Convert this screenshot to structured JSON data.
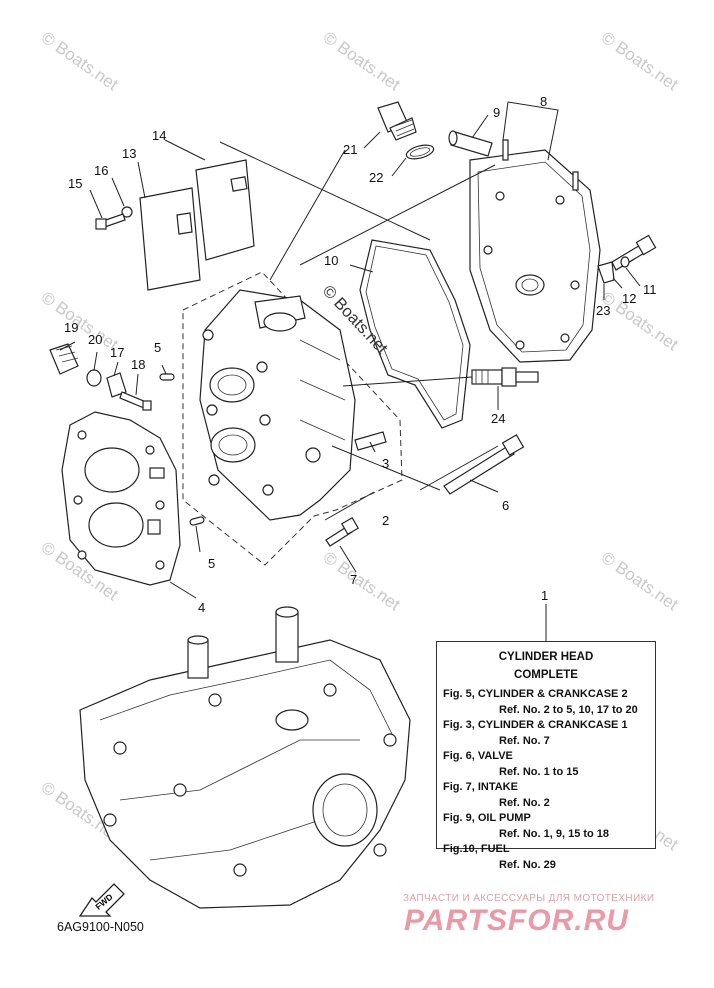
{
  "legend": {
    "title": "CYLINDER HEAD",
    "subtitle": "COMPLETE",
    "entries": [
      {
        "fig": "Fig. 5, CYLINDER & CRANKCASE 2",
        "ref": "Ref. No. 2 to 5, 10, 17 to 20"
      },
      {
        "fig": "Fig. 3, CYLINDER & CRANKCASE 1",
        "ref": "Ref. No. 7"
      },
      {
        "fig": "Fig. 6, VALVE",
        "ref": "Ref. No. 1 to 15"
      },
      {
        "fig": "Fig. 7, INTAKE",
        "ref": "Ref. No. 2"
      },
      {
        "fig": "Fig. 9, OIL PUMP",
        "ref": "Ref. No. 1, 9, 15 to 18"
      },
      {
        "fig": "Fig.10, FUEL",
        "ref": "Ref. No. 29"
      }
    ]
  },
  "callouts": {
    "n1": "1",
    "n2": "2",
    "n3": "3",
    "n4": "4",
    "n5a": "5",
    "n5b": "5",
    "n6": "6",
    "n7": "7",
    "n8": "8",
    "n9": "9",
    "n10": "10",
    "n11": "11",
    "n12": "12",
    "n13": "13",
    "n14": "14",
    "n15": "15",
    "n16": "16",
    "n17": "17",
    "n18": "18",
    "n19": "19",
    "n20": "20",
    "n21": "21",
    "n22": "22",
    "n23": "23",
    "n24": "24"
  },
  "figure_code": "6AG9100-N050",
  "fwd_label": "FWD",
  "copyright": "© Boats.net",
  "watermark": "© Boats.net",
  "shop": {
    "subtitle": "ЗАПЧАСТИ И АКСЕССУАРЫ ДЛЯ МОТОТЕХНИКИ",
    "logo": "PARTSFOR.RU"
  }
}
